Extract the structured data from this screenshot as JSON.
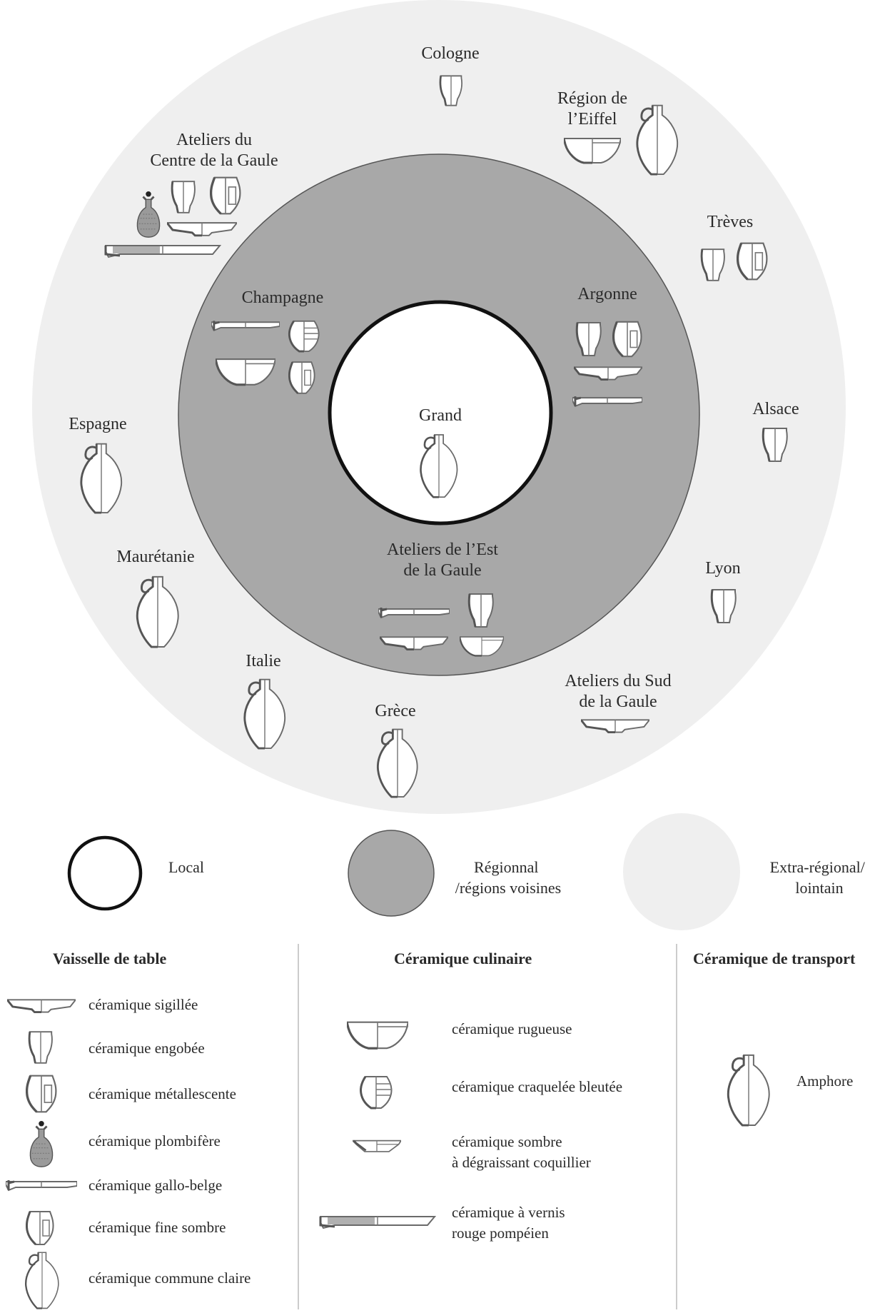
{
  "diagram": {
    "center": "Grand",
    "regional_regions": [
      "Champagne",
      "Argonne",
      "Ateliers de l’Est\nde la Gaule"
    ],
    "outer_regions": [
      "Cologne",
      "Région de\nl’Eiffel",
      "Ateliers du\nCentre de la Gaule",
      "Trèves",
      "Alsace",
      "Lyon",
      "Ateliers du Sud\nde la Gaule",
      "Grèce",
      "Italie",
      "Maurétanie",
      "Espagne"
    ]
  },
  "zone_legend": [
    {
      "label": "Local"
    },
    {
      "label": "Régionnal\n/régions voisines"
    },
    {
      "label": "Extra-régional/\nlointain"
    }
  ],
  "colors": {
    "local_fill": "#ffffff",
    "regional_fill": "#a8a8a8",
    "extra_regional_fill": "#efefef"
  },
  "key": {
    "columns": [
      {
        "heading": "Vaisselle de table",
        "items": [
          {
            "label": "céramique sigillée",
            "icon": "sigillee-plate-icon"
          },
          {
            "label": "céramique engobée",
            "icon": "engobee-beaker-icon"
          },
          {
            "label": "céramique métallescente",
            "icon": "metallescente-beaker-icon"
          },
          {
            "label": "céramique plombifère",
            "icon": "plombifere-flask-icon"
          },
          {
            "label": "céramique gallo-belge",
            "icon": "gallo-belge-plate-icon"
          },
          {
            "label": "céramique fine sombre",
            "icon": "fine-sombre-beaker-icon"
          },
          {
            "label": "céramique commune claire",
            "icon": "commune-claire-jug-icon"
          }
        ]
      },
      {
        "heading": "Céramique culinaire",
        "items": [
          {
            "label": "céramique rugueuse",
            "icon": "rugueuse-bowl-icon"
          },
          {
            "label": "céramique craquelée bleutée",
            "icon": "craquelee-pot-icon"
          },
          {
            "label": "céramique sombre\nà dégraissant coquillier",
            "icon": "sombre-dish-icon"
          },
          {
            "label": "céramique à vernis\nrouge pompéien",
            "icon": "vernis-plate-icon"
          }
        ]
      },
      {
        "heading": "Céramique de transport",
        "items": [
          {
            "label": "Amphore",
            "icon": "amphora-icon"
          }
        ]
      }
    ]
  }
}
